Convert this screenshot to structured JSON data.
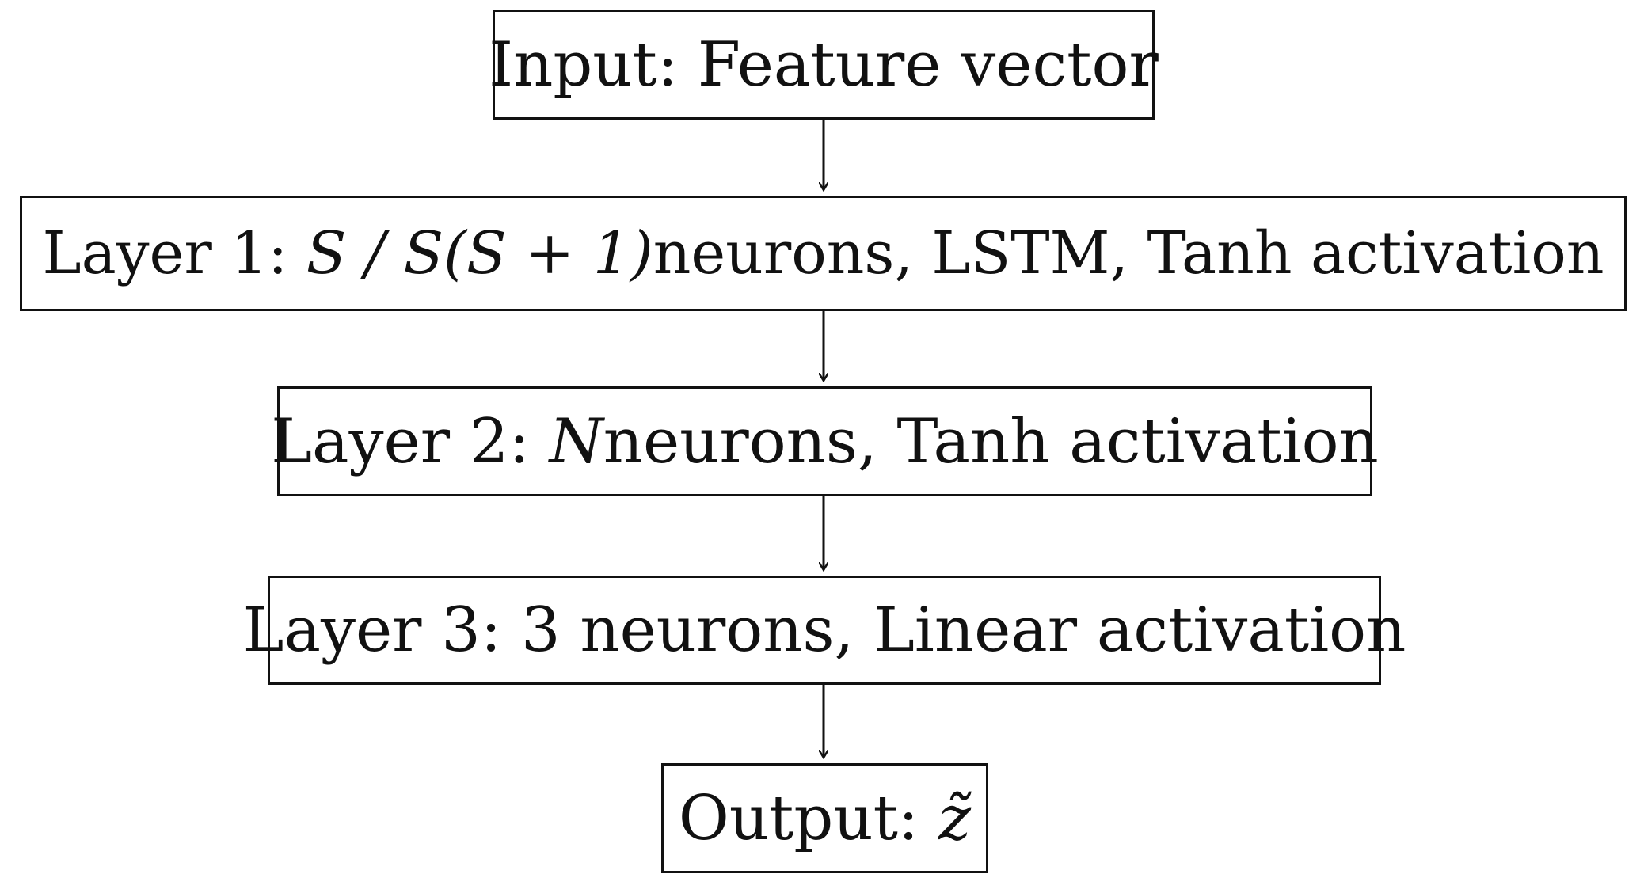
{
  "diagram": {
    "nodes": [
      {
        "id": "input",
        "prefix": "Input: Feature vector",
        "math": "",
        "suffix": ""
      },
      {
        "id": "layer1",
        "prefix": "Layer 1: ",
        "math": "S / S(S + 1)",
        "suffix": " neurons, LSTM, Tanh activation"
      },
      {
        "id": "layer2",
        "prefix": "Layer 2: ",
        "math": "N",
        "suffix": " neurons, Tanh activation"
      },
      {
        "id": "layer3",
        "prefix": "Layer 3: 3 neurons, Linear activation",
        "math": "",
        "suffix": ""
      },
      {
        "id": "output",
        "prefix": "Output: ",
        "math": "z̃",
        "suffix": ""
      }
    ],
    "edges": [
      {
        "from": "input",
        "to": "layer1"
      },
      {
        "from": "layer1",
        "to": "layer2"
      },
      {
        "from": "layer2",
        "to": "layer3"
      },
      {
        "from": "layer3",
        "to": "output"
      }
    ],
    "colors": {
      "stroke": "#111111",
      "fill": "#ffffff"
    }
  }
}
